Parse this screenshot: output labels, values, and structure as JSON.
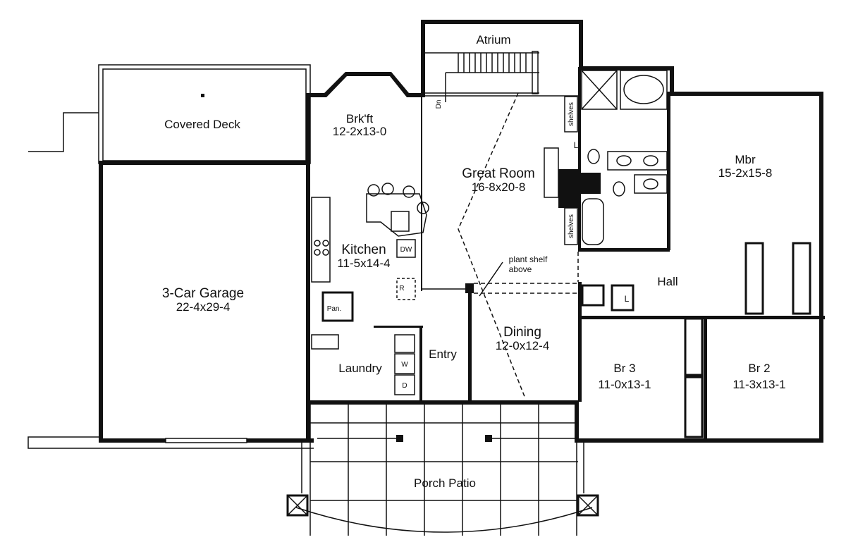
{
  "rooms": {
    "atrium": "Atrium",
    "stairs_dn": "Dn",
    "covered_deck": "Covered Deck",
    "brkft": {
      "name": "Brk'ft",
      "size": "12-2x13-0"
    },
    "great_room": {
      "name": "Great Room",
      "size": "16-8x20-8"
    },
    "mbr": {
      "name": "Mbr",
      "size": "15-2x15-8"
    },
    "kitchen": {
      "name": "Kitchen",
      "size": "11-5x14-4"
    },
    "garage": {
      "name": "3-Car Garage",
      "size": "22-4x29-4"
    },
    "dining": {
      "name": "Dining",
      "size": "12-0x12-4"
    },
    "laundry": "Laundry",
    "entry": "Entry",
    "hall": "Hall",
    "br3": {
      "name": "Br 3",
      "size": "11-0x13-1"
    },
    "br2": {
      "name": "Br 2",
      "size": "11-3x13-1"
    },
    "porch_patio": "Porch Patio"
  },
  "annotations": {
    "shelves_top": "shelves",
    "shelves_bottom": "shelves",
    "linen_1": "L",
    "linen_2": "L",
    "dishwasher": "DW",
    "refrigerator": "R",
    "pantry": "Pan.",
    "washer": "W",
    "dryer": "D",
    "plant_shelf_1": "plant shelf",
    "plant_shelf_2": "above"
  }
}
